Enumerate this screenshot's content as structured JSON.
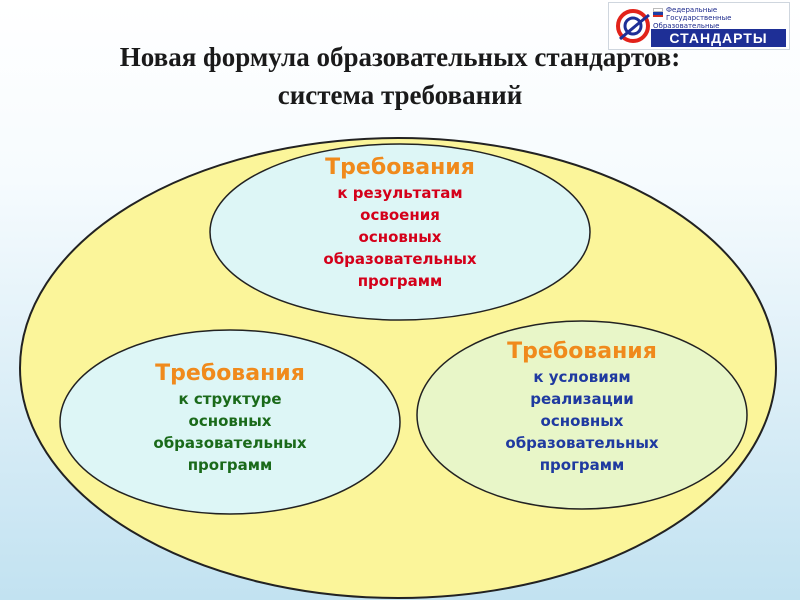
{
  "logo": {
    "lines": [
      "Федеральные",
      "Государственные",
      "Образовательные"
    ],
    "brand": "СТАНДАРТЫ",
    "icon": "fgos-logo-icon",
    "colors": {
      "brand_bg": "#1e2f96",
      "brand_text": "#ffffff",
      "mark_red": "#e2231a"
    }
  },
  "title": {
    "line1": "Новая формула образовательных стандартов:",
    "line2": "система требований"
  },
  "diagram": {
    "outer_color": "#fbf59a",
    "nodes": [
      {
        "id": "results",
        "heading": "Требования",
        "lines": [
          "к результатам",
          "освоения",
          "основных",
          "образовательных",
          "программ"
        ],
        "fill": "#ddf6f6",
        "text_color": "#d4001a"
      },
      {
        "id": "structure",
        "heading": "Требования",
        "lines": [
          "к структуре",
          "основных",
          "образовательных",
          "программ"
        ],
        "fill": "#ddf6f6",
        "text_color": "#1a6a1a"
      },
      {
        "id": "conditions",
        "heading": "Требования",
        "lines": [
          "к условиям",
          "реализации",
          "основных",
          "образовательных",
          "программ"
        ],
        "fill": "#e8f6c8",
        "text_color": "#1f3aa0"
      }
    ],
    "heading_color": "#f08a1c"
  }
}
